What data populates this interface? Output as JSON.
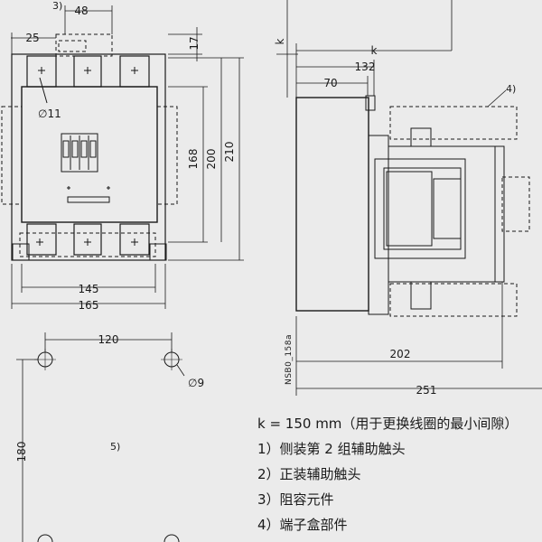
{
  "front_view": {
    "dim_48": "48",
    "dim_25": "25",
    "dim_17": "17",
    "dim_168": "168",
    "dim_200": "200",
    "dim_210": "210",
    "dim_145": "145",
    "dim_165": "165",
    "terminal_hole": "∅11",
    "callout_3": "3)"
  },
  "mounting": {
    "dim_120": "120",
    "dim_180": "180",
    "hole": "∅9",
    "callout_5": "5)"
  },
  "side_view": {
    "k_vertical": "k",
    "k_horizontal": "k",
    "dim_132": "132",
    "dim_70": "70",
    "dim_202": "202",
    "dim_251": "251",
    "callout_4": "4)",
    "drawing_code": "NSB0_158a"
  },
  "legend": {
    "k_note": "k = 150 mm（用于更换线圈的最小间隙）",
    "item1": "1）侧装第 2 组辅助触头",
    "item2": "2）正装辅助触头",
    "item3": "3）阻容元件",
    "item4": "4）端子盒部件"
  },
  "colors": {
    "background": "#ebebeb",
    "line": "#1a1a1a",
    "hidden_line": "#555555"
  }
}
